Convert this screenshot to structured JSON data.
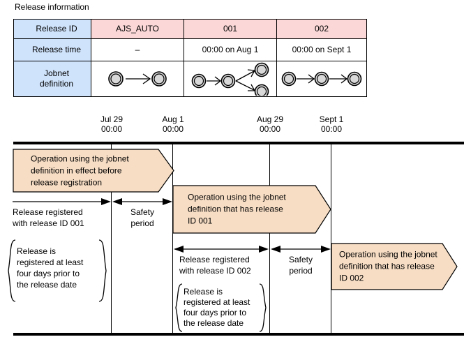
{
  "caption": "Release information",
  "table": {
    "row_headers": [
      "Release ID",
      "Release time",
      "Jobnet\ndefinition"
    ],
    "row_header_jobnet_line1": "Jobnet",
    "row_header_jobnet_line2": "definition",
    "columns": [
      {
        "release_id": "AJS_AUTO",
        "release_time": "–",
        "jobnet_definition": "two-node-sequence-icon"
      },
      {
        "release_id": "001",
        "release_time": "00:00 on Aug 1",
        "jobnet_definition": "branching-jobnet-icon"
      },
      {
        "release_id": "002",
        "release_time": "00:00 on Sept 1",
        "jobnet_definition": "three-node-sequence-icon"
      }
    ]
  },
  "timeline": {
    "ticks": [
      {
        "date": "Jul 29",
        "time": "00:00"
      },
      {
        "date": "Aug 1",
        "time": "00:00"
      },
      {
        "date": "Aug 29",
        "time": "00:00"
      },
      {
        "date": "Sept 1",
        "time": "00:00"
      }
    ]
  },
  "banners": [
    {
      "line1": "Operation using the jobnet",
      "line2": "definition in effect before",
      "line3": "release registration"
    },
    {
      "line1": "Operation using the jobnet",
      "line2": "definition that has  release",
      "line3": "ID 001"
    },
    {
      "line1": "Operation using the jobnet",
      "line2": "definition that has release",
      "line3": "ID 002"
    }
  ],
  "measures": [
    {
      "label_line1": "Release registered",
      "label_line2": "with  release ID 001"
    },
    {
      "label_line1": "Safety",
      "label_line2": "period"
    },
    {
      "label_line1": "Release registered",
      "label_line2": "with  release ID 002"
    },
    {
      "label_line1": "Safety",
      "label_line2": "period"
    }
  ],
  "braces": [
    {
      "line1": "Release is",
      "line2": "registered at least",
      "line3": "four days prior to",
      "line4": "the release date"
    },
    {
      "line1": "Release is",
      "line2": "registered at least",
      "line3": "four days prior to",
      "line4": "the release date"
    }
  ],
  "colors": {
    "header_blue": "#cfe3fb",
    "id_pink": "#fbd7d7",
    "banner_peach": "#f7ddc4",
    "line_black": "#000000"
  }
}
